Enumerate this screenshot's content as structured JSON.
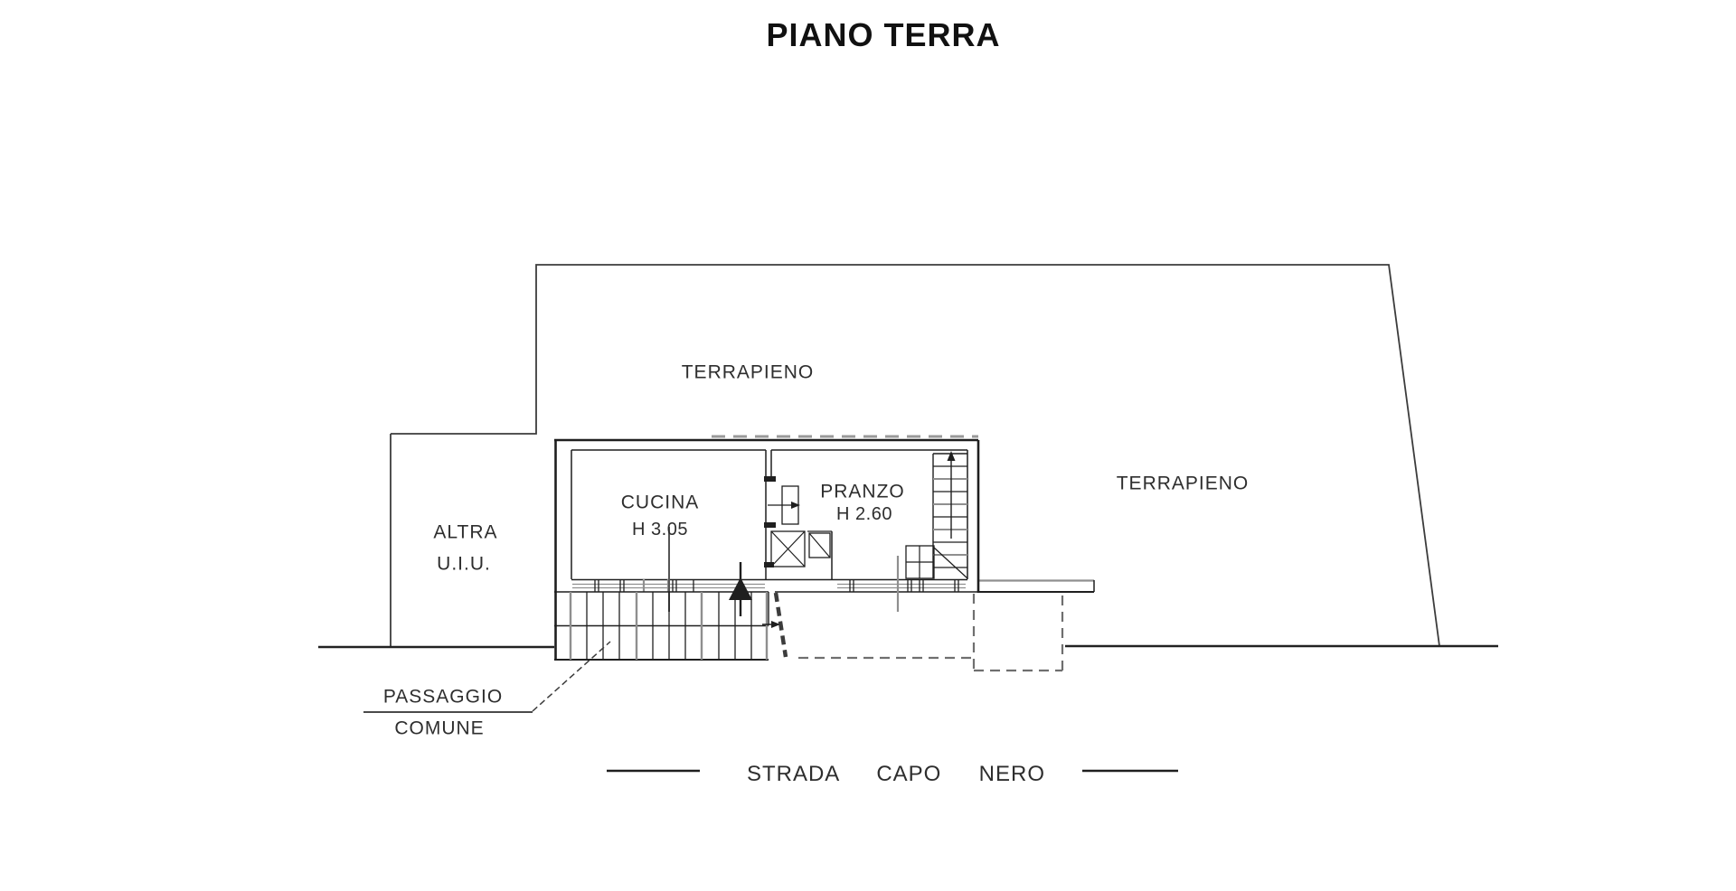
{
  "title": "PIANO TERRA",
  "areas": {
    "terrapieno_top": "TERRAPIENO",
    "terrapieno_right": "TERRAPIENO",
    "altra_line1": "ALTRA",
    "altra_line2": "U.I.U.",
    "cucina_name": "CUCINA",
    "cucina_height": "H 3.05",
    "pranzo_name": "PRANZO",
    "pranzo_height": "H 2.60",
    "passaggio_line1": "PASSAGGIO",
    "passaggio_line2": "COMUNE",
    "street_name": "STRADA  CAPO  NERO"
  },
  "colors": {
    "line": "#1f1f1f",
    "outline": "#3c3c3c",
    "gray_line": "#8f8f8f",
    "dashed_gray": "#9a9a9a",
    "hidden_dash": "#6f6f6f",
    "text": "#2e2e2e",
    "background": "#ffffff"
  }
}
